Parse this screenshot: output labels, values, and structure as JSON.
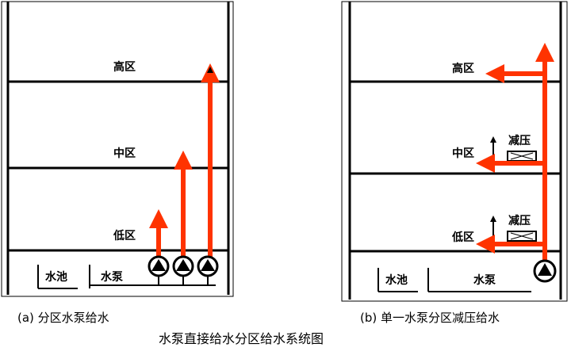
{
  "panel_a": {
    "floors": [
      "高区",
      "中区",
      "低区"
    ],
    "pool_label": "水池",
    "pump_label": "水泵",
    "caption": "(a) 分区水泵给水"
  },
  "panel_b": {
    "floors": [
      "高区",
      "中区",
      "低区"
    ],
    "prv_label": "减压",
    "pool_label": "水池",
    "pump_label": "水泵",
    "caption": "(b) 单一水泵分区减压给水"
  },
  "figure_title": "水泵直接给水分区给水系统图",
  "colors": {
    "pipe": "#ff3300",
    "line": "#000000"
  },
  "icons": {
    "pump": "pump-icon",
    "prv": "pressure-reducing-valve-icon",
    "arrow": "arrow-icon"
  }
}
